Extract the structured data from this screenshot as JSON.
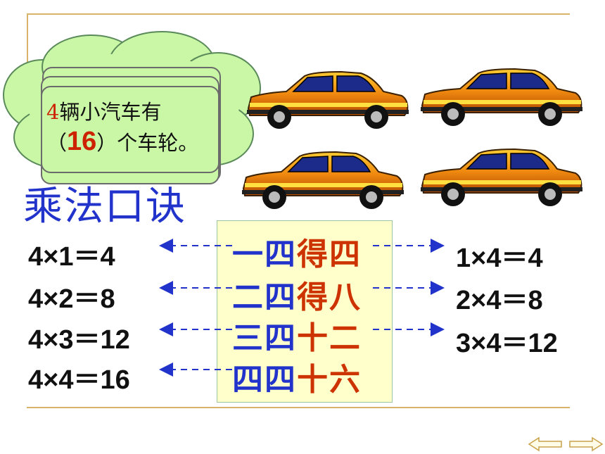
{
  "card": {
    "count": "4",
    "line1_text": "辆小汽车有",
    "paren_open": "（",
    "answer": "16",
    "line2_text": "）个车轮。"
  },
  "title": "乘法口诀",
  "left_equations": [
    "4×1＝4",
    "4×2＝8",
    "4×3＝12",
    "4×4＝16"
  ],
  "rhymes": [
    {
      "blue": "一四",
      "red": "得四"
    },
    {
      "blue": "二四",
      "red": "得八"
    },
    {
      "blue": "三四",
      "red": "十二"
    },
    {
      "blue": "四四",
      "red": "十六"
    }
  ],
  "right_equations": [
    "1×4＝4",
    "2×4＝8",
    "3×4＝12"
  ],
  "colors": {
    "rhyme_blue": "#2233cc",
    "rhyme_red": "#cc3300",
    "arrow": "#2233cc",
    "card_bg": "#c9f7a6",
    "box_bg": "#ffffcc"
  },
  "icons": [
    "car-icon",
    "prev-arrow-icon",
    "next-arrow-icon"
  ]
}
